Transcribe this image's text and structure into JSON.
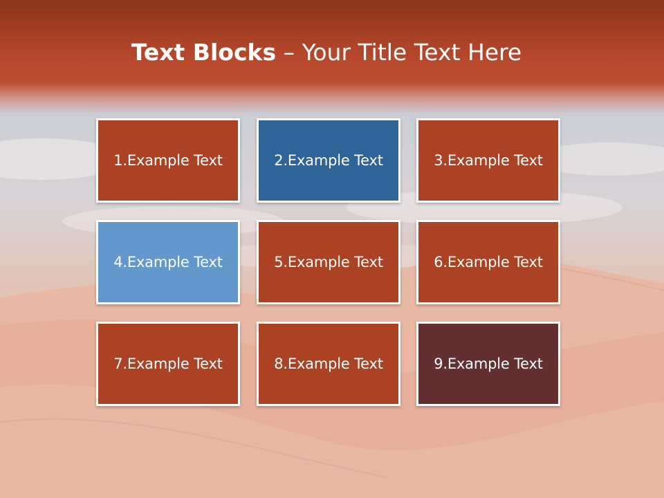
{
  "title": {
    "bold": "Text Blocks",
    "separator": " – ",
    "normal": "Your Title Text Here"
  },
  "blocks": [
    {
      "label": "1.Example Text",
      "color": "#aa4223"
    },
    {
      "label": "2.Example Text",
      "color": "#2e6497"
    },
    {
      "label": "3.Example Text",
      "color": "#aa4223"
    },
    {
      "label": "4.Example Text",
      "color": "#6398cd"
    },
    {
      "label": "5.Example Text",
      "color": "#aa4223"
    },
    {
      "label": "6.Example Text",
      "color": "#aa4223"
    },
    {
      "label": "7.Example Text",
      "color": "#aa4223"
    },
    {
      "label": "8.Example Text",
      "color": "#aa4223"
    },
    {
      "label": "9.Example Text",
      "color": "#632f30"
    }
  ]
}
